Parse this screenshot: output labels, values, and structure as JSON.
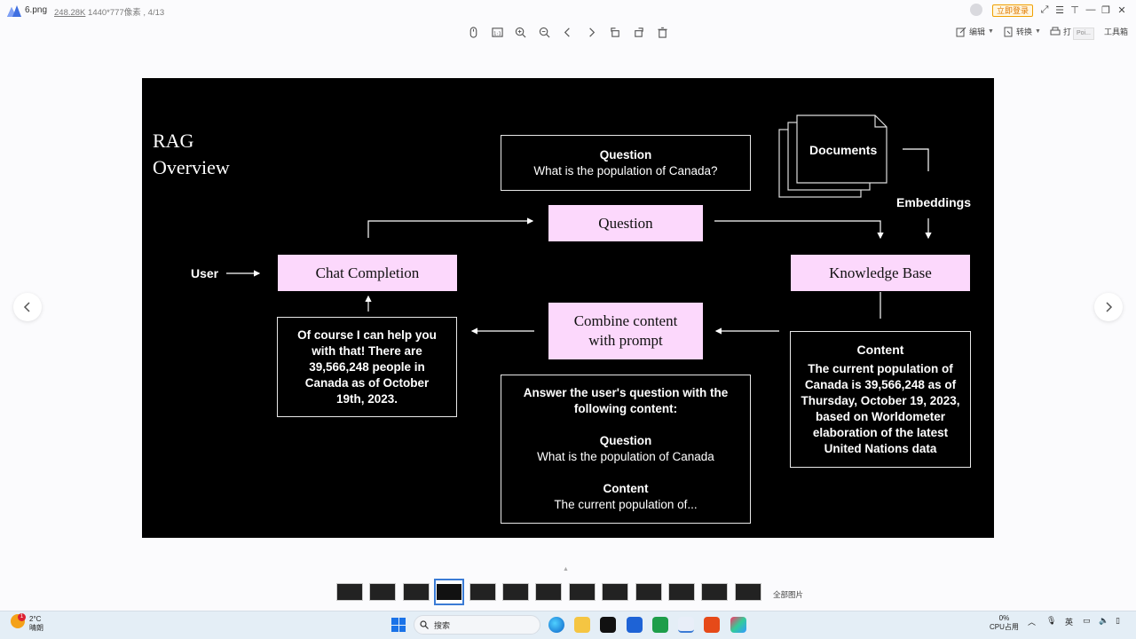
{
  "window": {
    "file_name": "6.png",
    "file_size": "248.28K",
    "dimensions": "1440*777像素",
    "index": "4/13",
    "login_label": "立即登录"
  },
  "toolbar": {
    "edit_label": "编辑",
    "convert_label": "转换",
    "print_label": "打",
    "toolbox_label": "工具箱",
    "tooltip": "Poi..."
  },
  "slide": {
    "title_line1": "RAG",
    "title_line2": "Overview",
    "question_box": {
      "heading": "Question",
      "text": "What is the population of Canada?"
    },
    "documents_label": "Documents",
    "embeddings_label": "Embeddings",
    "question_pill": "Question",
    "user_label": "User",
    "chat_completion": "Chat Completion",
    "knowledge_base": "Knowledge Base",
    "combine_line1": "Combine content",
    "combine_line2": "with prompt",
    "answer_box": "Of course I can help you with that! There are 39,566,248 people in Canada as of October 19th, 2023.",
    "content_box": {
      "heading": "Content",
      "text": "The current population of Canada is 39,566,248 as of Thursday, October 19, 2023, based on Worldometer elaboration of the latest United Nations data"
    },
    "prompt_box": {
      "intro": "Answer the user's question with the following content:",
      "q_heading": "Question",
      "q_text": "What is the population of Canada",
      "c_heading": "Content",
      "c_text": "The current population of..."
    }
  },
  "filmstrip": {
    "count": 13,
    "active_index": 4,
    "all_label": "全部图片"
  },
  "taskbar": {
    "weather_temp": "2°C",
    "weather_desc": "晴朗",
    "weather_badge": "1",
    "search_label": "搜索",
    "cpu_value": "0%",
    "cpu_label": "CPU占用",
    "ime_label": "英"
  }
}
